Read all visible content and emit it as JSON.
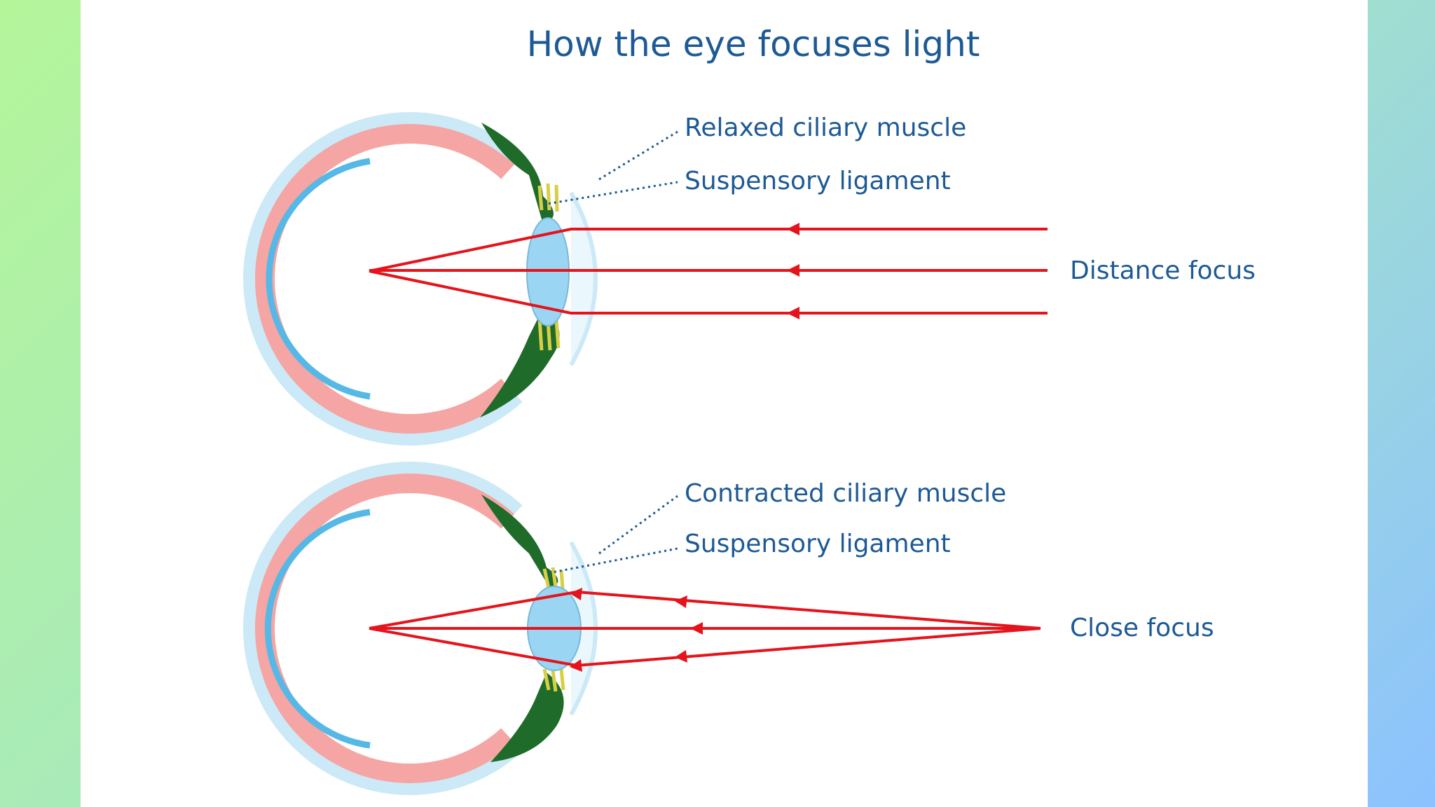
{
  "title": "How the eye focuses light",
  "top_diagram": {
    "label_muscle": "Relaxed ciliary muscle",
    "label_ligament": "Suspensory ligament",
    "label_focus": "Distance focus"
  },
  "bottom_diagram": {
    "label_muscle": "Contracted ciliary muscle",
    "label_ligament": "Suspensory ligament",
    "label_focus": "Close focus"
  },
  "colors": {
    "text": "#1d5a95",
    "ray": "#e5131b",
    "sclera": "#f5a5a3",
    "outer_layer": "#c9e8f6",
    "retina": "#56b8e6",
    "lens": "#9ad6f3",
    "ciliary": "#1f6b2a",
    "ligament": "#d9cf46"
  }
}
